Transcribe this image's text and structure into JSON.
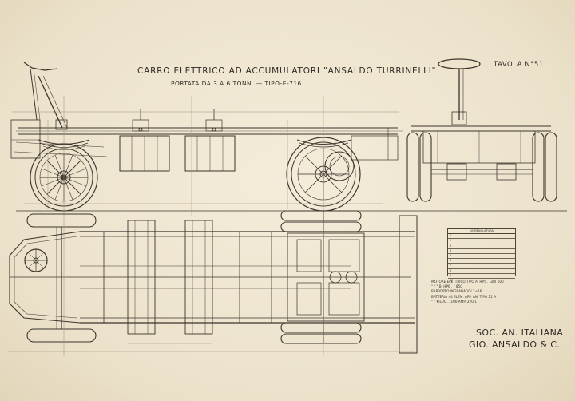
{
  "drawing": {
    "title": "CARRO ELETTRICO AD ACCUMULATORI \"ANSALDO TURRINELLI\"",
    "subtitle": "PORTATA DA 3 A 6 TONN. — TIPO-E-716",
    "plate": "TAVOLA N°51",
    "company_line1": "SOC. AN. ITALIANA",
    "company_line2": "GIO. ANSALDO & C."
  },
  "technical_notes": [
    "MOTORE ELETTRICO TIPO A. HP5 . GIRI 600",
    "  \"       \"        \"   B. HP6 .  \"   850",
    "RAPPORTO INGRANAGGI 1÷16",
    "BATTERIA 44 ELEM. APP. AN. TIPO 21 A",
    "  \"       \"   KILOG. 1100 AMP. 220/1"
  ],
  "legend": {
    "title": "NOMENCLATURA",
    "rows": [
      "1",
      "2",
      "3",
      "4",
      "5",
      "6",
      "7",
      "8",
      "9",
      "10"
    ]
  },
  "colors": {
    "paper": "#efe6d3",
    "ink": "#2e2a24",
    "dimension_lines": "#9a8f7c"
  }
}
